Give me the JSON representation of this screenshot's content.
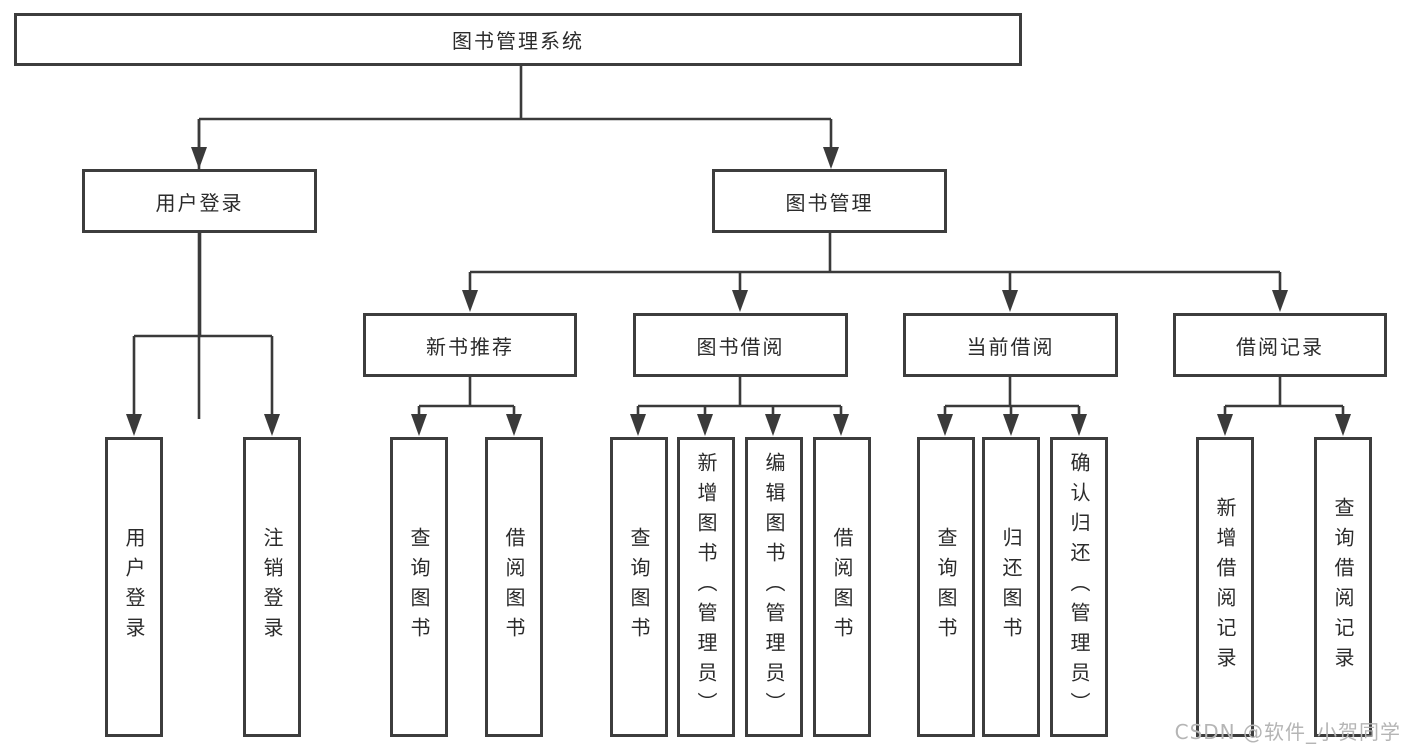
{
  "colors": {
    "line": "#3a3a3a",
    "box_border": "#3d3d3d",
    "text": "#2b2b2b",
    "watermark": "#b5b5b5",
    "background": "#ffffff"
  },
  "diagram": {
    "root": {
      "label": "图书管理系统"
    },
    "level2": [
      {
        "label": "用户登录"
      },
      {
        "label": "图书管理"
      }
    ],
    "level3": [
      {
        "label": "新书推荐"
      },
      {
        "label": "图书借阅"
      },
      {
        "label": "当前借阅"
      },
      {
        "label": "借阅记录"
      }
    ],
    "leaves": {
      "login": [
        {
          "label": "用户登录"
        },
        {
          "label": "注销登录"
        }
      ],
      "newbook": [
        {
          "label": "查询图书"
        },
        {
          "label": "借阅图书"
        }
      ],
      "borrow": [
        {
          "label": "查询图书"
        },
        {
          "label": "新增图书（管理员）"
        },
        {
          "label": "编辑图书（管理员）"
        },
        {
          "label": "借阅图书"
        }
      ],
      "current": [
        {
          "label": "查询图书"
        },
        {
          "label": "归还图书"
        },
        {
          "label": "确认归还（管理员）"
        }
      ],
      "records": [
        {
          "label": "新增借阅记录"
        },
        {
          "label": "查询借阅记录"
        }
      ]
    },
    "watermark": "CSDN @软件_小贺同学"
  }
}
